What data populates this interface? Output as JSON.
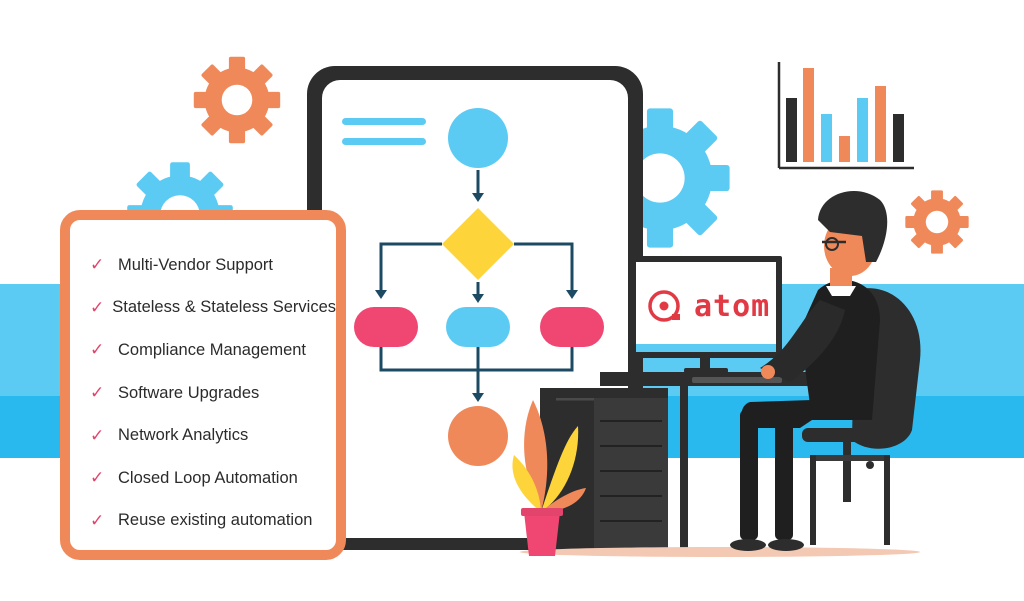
{
  "features": {
    "items": [
      {
        "label": "Multi-Vendor Support"
      },
      {
        "label": "Stateless & Stateless Services"
      },
      {
        "label": "Compliance Management"
      },
      {
        "label": "Software Upgrades"
      },
      {
        "label": "Network Analytics"
      },
      {
        "label": "Closed Loop Automation"
      },
      {
        "label": "Reuse existing automation"
      }
    ],
    "check_glyph": "✓"
  },
  "brand": {
    "name": "atom",
    "color": "#e23a45"
  },
  "colors": {
    "orange": "#f0895a",
    "blue": "#5ccbf3",
    "blue_dark": "#29b9ee",
    "pink": "#ef4672",
    "yellow": "#fdd43a",
    "charcoal": "#2d2d2d",
    "navy": "#1c4a63"
  },
  "icons": [
    "gear-icon",
    "check-icon",
    "flowchart-diagram",
    "bar-chart-icon",
    "monitor-icon",
    "person-illustration",
    "plant-icon"
  ]
}
